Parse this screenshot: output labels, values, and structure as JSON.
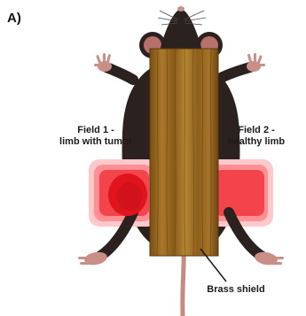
{
  "panel_label": "A)",
  "callouts": {
    "field1_line1": "Field 1 -",
    "field1_line2": "limb with tumor",
    "field2_line1": "Field 2 -",
    "field2_line2": "healthy limb",
    "shield_label": "Brass shield"
  },
  "colors": {
    "mouse_body": "#2b2220",
    "mouse_skin": "#c98f86",
    "radiation_field": "#e8202a",
    "brass_shield": "#9c6a1c",
    "tumor": "#e0141c"
  }
}
